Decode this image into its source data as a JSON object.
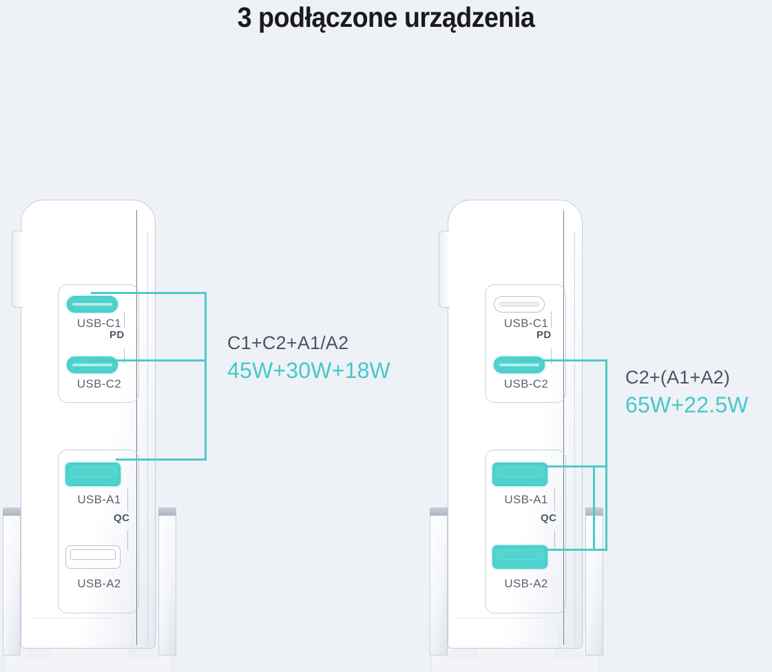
{
  "page": {
    "title": "3 podłączone urządzenia",
    "background_color": "#eef1f6",
    "accent_color": "#4cc9c9",
    "title_color": "#1a1a1c",
    "label_color": "#5a626e"
  },
  "devices": [
    {
      "id": "left-charger",
      "ports": [
        {
          "id": "usb-c1",
          "label": "USB-C1",
          "type": "usb-c",
          "active": true
        },
        {
          "id": "usb-c2",
          "label": "USB-C2",
          "type": "usb-c",
          "active": true
        },
        {
          "id": "usb-a1",
          "label": "USB-A1",
          "type": "usb-a",
          "active": true
        },
        {
          "id": "usb-a2",
          "label": "USB-A2",
          "type": "usb-a",
          "active": false
        }
      ],
      "tags": [
        {
          "id": "pd",
          "text": "PD"
        },
        {
          "id": "qc",
          "text": "QC"
        }
      ],
      "callout": {
        "combination": "C1+C2+A1/A2",
        "wattage": "45W+30W+18W"
      }
    },
    {
      "id": "right-charger",
      "ports": [
        {
          "id": "usb-c1",
          "label": "USB-C1",
          "type": "usb-c",
          "active": false
        },
        {
          "id": "usb-c2",
          "label": "USB-C2",
          "type": "usb-c",
          "active": true
        },
        {
          "id": "usb-a1",
          "label": "USB-A1",
          "type": "usb-a",
          "active": true
        },
        {
          "id": "usb-a2",
          "label": "USB-A2",
          "type": "usb-a",
          "active": true
        }
      ],
      "tags": [
        {
          "id": "pd",
          "text": "PD"
        },
        {
          "id": "qc",
          "text": "QC"
        }
      ],
      "callout": {
        "combination": "C2+(A1+A2)",
        "wattage": "65W+22.5W"
      }
    }
  ]
}
